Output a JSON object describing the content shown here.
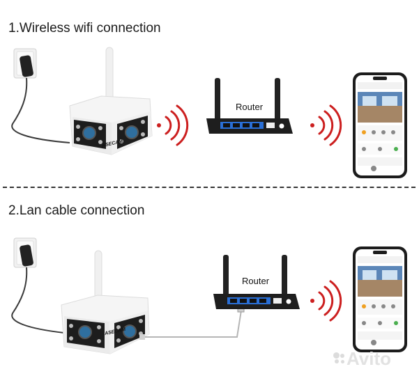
{
  "section_1": {
    "title": "1.Wireless wifi connection",
    "router_label": "Router",
    "camera_brand": "ASECAM"
  },
  "section_2": {
    "title": "2.Lan cable connection",
    "router_label": "Router",
    "camera_brand": "ASECAM"
  },
  "watermark": {
    "text": "Avito"
  },
  "colors": {
    "signal": "#cc1f1f",
    "router_body": "#1e1e1e",
    "router_ports": "#2a6fd6",
    "divider": "#333333",
    "camera_body": "#f4f4f4"
  },
  "icons": [
    "power-adapter-icon",
    "camera-icon",
    "wifi-signal-icon",
    "router-icon",
    "smartphone-icon",
    "lan-cable-icon"
  ]
}
